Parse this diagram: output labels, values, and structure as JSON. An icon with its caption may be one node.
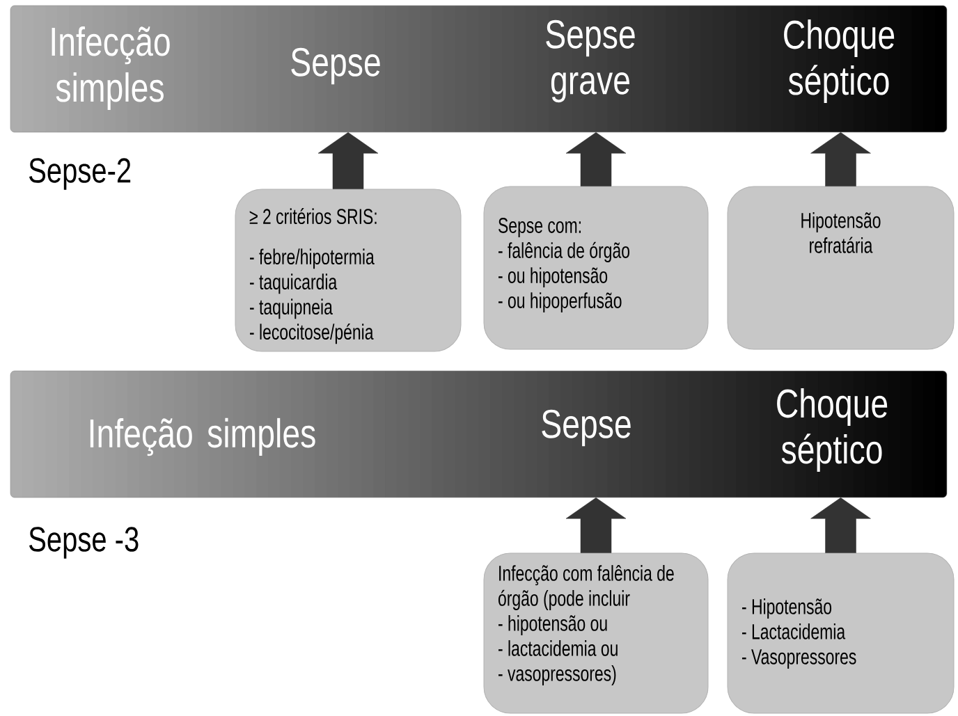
{
  "diagram": {
    "nodes": [
      {
        "text": [],
        "shape": "bar"
      },
      {
        "text": [
          "Infecção simples"
        ],
        "in": 0
      },
      {
        "text": [
          "Sepse"
        ],
        "in": 0
      },
      {
        "text": [
          "Sepse grave"
        ],
        "in": 0
      },
      {
        "text": [
          "Choque séptico"
        ],
        "in": 0
      },
      {
        "text": [
          "≥ 2 critérios SRIS:",
          "- febre/hipotermia",
          "- taquicardia",
          "- taquipneia",
          "- lecocitose/pénia"
        ]
      },
      {
        "text": [
          "Sepse com:",
          "- falência de órgão",
          "- ou hipotensão",
          "- ou hipoperfusão"
        ]
      },
      {
        "text": [
          "Hipotensão refratária"
        ]
      },
      {
        "text": [],
        "shape": "bar"
      },
      {
        "text": [
          "Infeção simples"
        ],
        "in": 8
      },
      {
        "text": [
          "Sepse"
        ],
        "in": 8
      },
      {
        "text": [
          "Choque séptico"
        ],
        "in": 8
      },
      {
        "text": [
          "Infecção com falência de órgão (pode incluir",
          "- hipotensão ou",
          "- lactacidemia ou",
          "- vasopressores)"
        ]
      },
      {
        "text": [
          "- Hipotensão",
          "- Lactacidemia",
          "- Vasopressores"
        ]
      }
    ],
    "edges": [
      {
        "from": 5,
        "to": 0,
        "arrow": "to"
      },
      {
        "from": 6,
        "to": 0,
        "arrow": "to"
      },
      {
        "from": 7,
        "to": 0,
        "arrow": "to"
      },
      {
        "from": 12,
        "to": 8,
        "arrow": "to"
      },
      {
        "from": 13,
        "to": 8,
        "arrow": "to"
      }
    ],
    "labels": [
      "Sepse-2",
      "Sepse -3"
    ]
  }
}
